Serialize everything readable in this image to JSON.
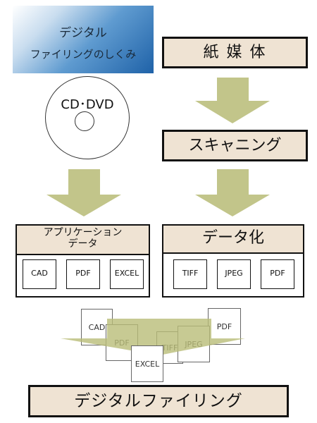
{
  "title": {
    "line1": "デジタル",
    "line2": "ファイリングのしくみ"
  },
  "source": {
    "paper": "紙 媒 体",
    "disc": "CD･DVD"
  },
  "scanning": "スキャニング",
  "app_data": {
    "title_line1": "アプリケーション",
    "title_line2": "データ",
    "items": [
      "CAD",
      "PDF",
      "EXCEL"
    ]
  },
  "digitized": {
    "title": "データ化",
    "items": [
      "TIFF",
      "JPEG",
      "PDF"
    ]
  },
  "merge_docs": [
    "CAD",
    "PDF",
    "EXCEL",
    "TIFF",
    "JPEG",
    "PDF"
  ],
  "result": "デジタルファイリング",
  "colors": {
    "arrow": "#c2c58a",
    "box_fill": "#efe3d3",
    "banner_dark": "#1f62a8"
  }
}
